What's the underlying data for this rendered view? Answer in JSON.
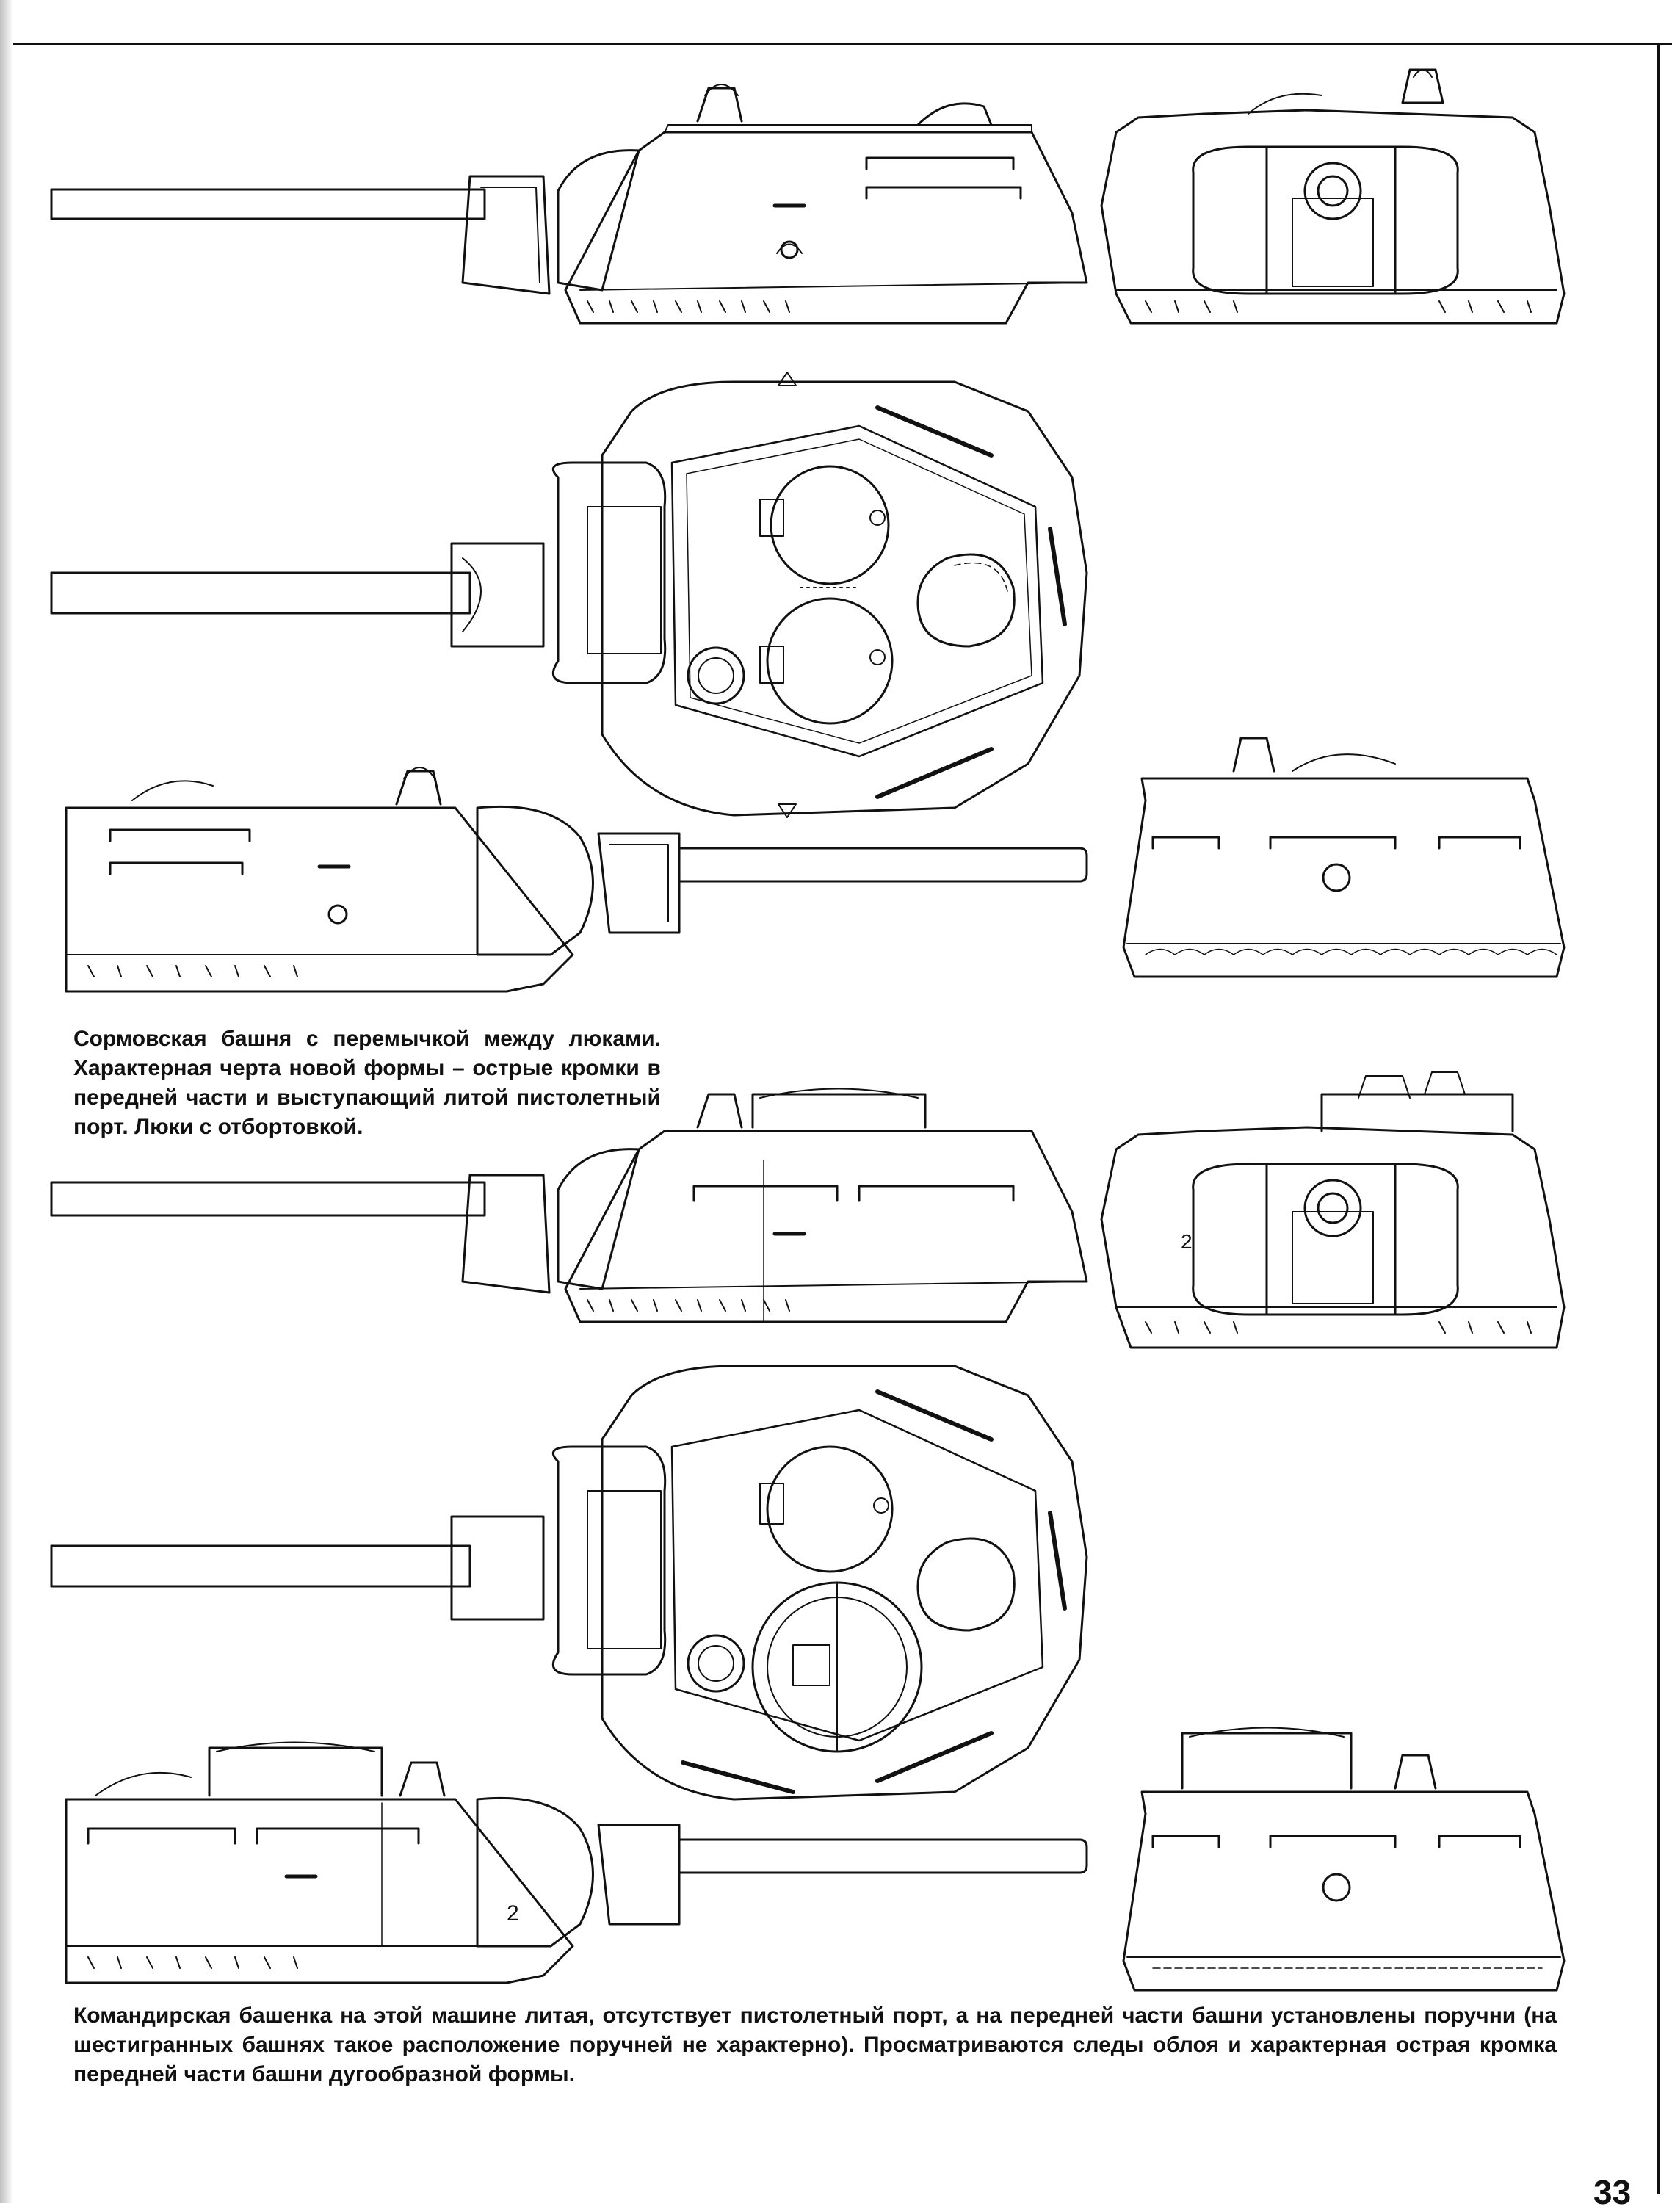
{
  "captions": {
    "first": "Сормовская башня с перемычкой между люками. Характерная черта новой формы – острые кромки в передней части и выступающий литой пистолетный порт. Люки с отбортовкой.",
    "second": "Командирская башенка на этой машине литая, отсутствует пистолетный порт, а на передней части башни установлены поручни (на шестигранных башнях такое расположение поручней не характерно). Просматриваются следы облоя и характерная острая кромка передней части башни дугообразной формы."
  },
  "turret_markings": {
    "number_front": "2",
    "number_side": "2"
  },
  "page_number": "33"
}
